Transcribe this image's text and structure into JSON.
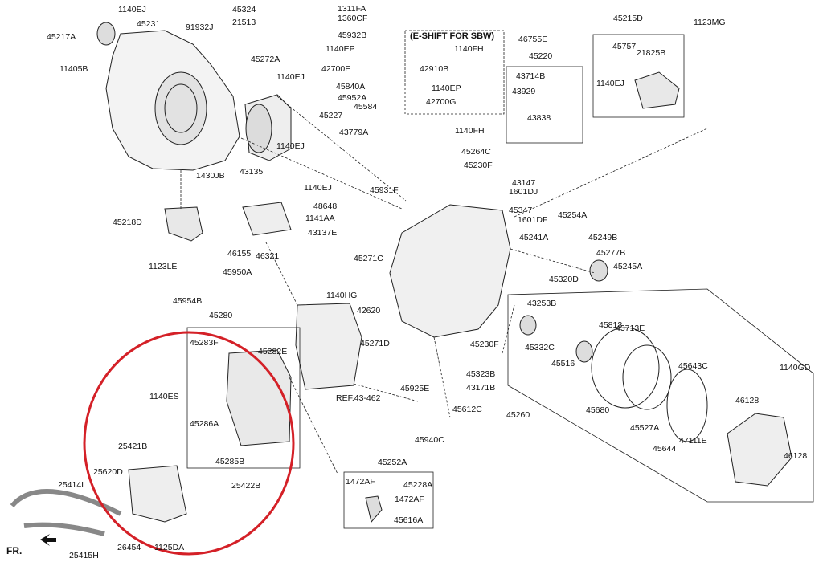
{
  "note_eshift": "(E-SHIFT FOR SBW)",
  "front_label": "FR.",
  "highlight_color": "#d42027",
  "line_color": "#222222",
  "labels": [
    "1140EJ",
    "45324",
    "21513",
    "45217A",
    "45231",
    "91932J",
    "11405B",
    "45272A",
    "1140EJ",
    "1140EJ",
    "1430JB",
    "43135",
    "1311FA",
    "1360CF",
    "45932B",
    "1140EP",
    "42700E",
    "45840A",
    "45952A",
    "45584",
    "45227",
    "43779A",
    "1140FH",
    "42910B",
    "1140EP",
    "42700G",
    "46755E",
    "45220",
    "43714B",
    "43929",
    "43838",
    "45215D",
    "1123MG",
    "45757",
    "21825B",
    "1140EJ",
    "1140FH",
    "45264C",
    "45230F",
    "43147",
    "1601DJ",
    "45347",
    "1601DF",
    "45254A",
    "45249B",
    "45277B",
    "45245A",
    "45241A",
    "1140EJ",
    "45931F",
    "48648",
    "1141AA",
    "43137E",
    "45271C",
    "45218D",
    "1123LE",
    "46155",
    "46321",
    "45950A",
    "45954B",
    "45280",
    "1140HG",
    "42620",
    "45271D",
    "45230F",
    "45320D",
    "43253B",
    "45813",
    "43713E",
    "45332C",
    "45516",
    "45323B",
    "43171B",
    "45925E",
    "REF.43-462",
    "45612C",
    "45260",
    "45940C",
    "45252A",
    "1140GD",
    "45643C",
    "46128",
    "45680",
    "45527A",
    "45644",
    "47111E",
    "46128",
    "45283F",
    "45282E",
    "1140ES",
    "45286A",
    "45285B",
    "25421B",
    "25620D",
    "25414L",
    "25422B",
    "1472AF",
    "45228A",
    "1472AF",
    "45616A",
    "26454",
    "1125DA",
    "25415H"
  ]
}
